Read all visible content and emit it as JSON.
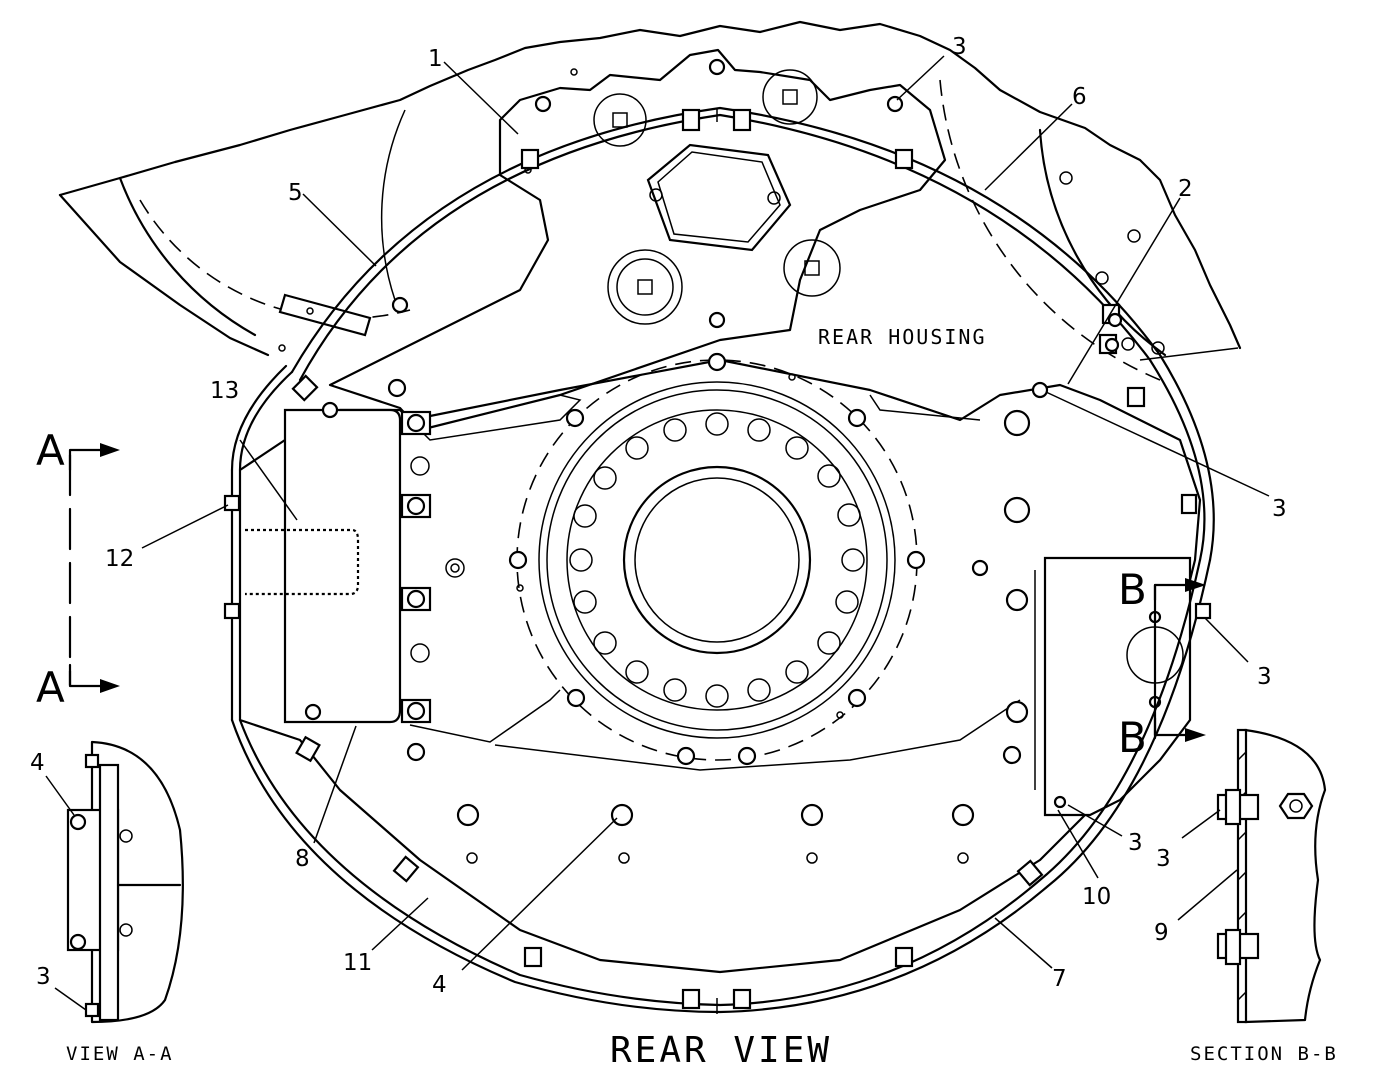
{
  "texts": {
    "rear_housing": "REAR HOUSING",
    "rear_view": "REAR VIEW",
    "view_aa": "VIEW A-A",
    "section_bb": "SECTION B-B",
    "section_a_top": "A",
    "section_a_bottom": "A",
    "section_b_top": "B",
    "section_b_bottom": "B"
  },
  "callouts": {
    "c1": "1",
    "c2": "2",
    "c3_top": "3",
    "c3_right_upper": "3",
    "c3_right_mid": "3",
    "c3_lower": "3",
    "c3_section": "3",
    "c3_view": "3",
    "c4_view": "4",
    "c4_bottom": "4",
    "c5": "5",
    "c6": "6",
    "c7": "7",
    "c8": "8",
    "c9": "9",
    "c10": "10",
    "c11": "11",
    "c12": "12",
    "c13": "13"
  }
}
